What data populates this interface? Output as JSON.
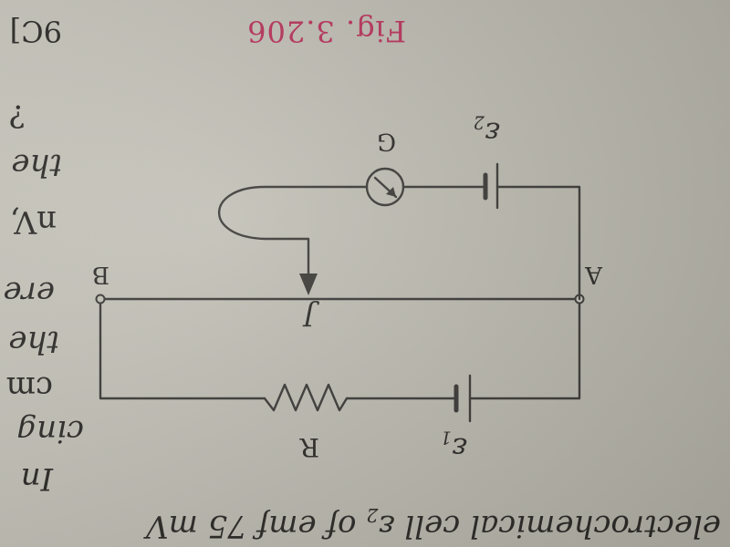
{
  "text_lines": [
    "electrochemical cell",
    "of emf 75 mV",
    "In",
    "cing",
    "cm",
    "the",
    "ere",
    "nV,",
    "the",
    "?"
  ],
  "symbols": {
    "cell_symbol": "ε",
    "cell_subscript": "2"
  },
  "figure": {
    "caption": "Fig. 3.206",
    "bracket_text": "9C]",
    "labels": {
      "e1": "ε",
      "e1_sub": "1",
      "e2": "ε",
      "e2_sub": "2",
      "R": "R",
      "G": "G",
      "A": "A",
      "B": "B",
      "J": "J"
    }
  },
  "colors": {
    "caption": "#b8325a",
    "ink": "#3a3835",
    "paper": "#c3c1b6"
  }
}
